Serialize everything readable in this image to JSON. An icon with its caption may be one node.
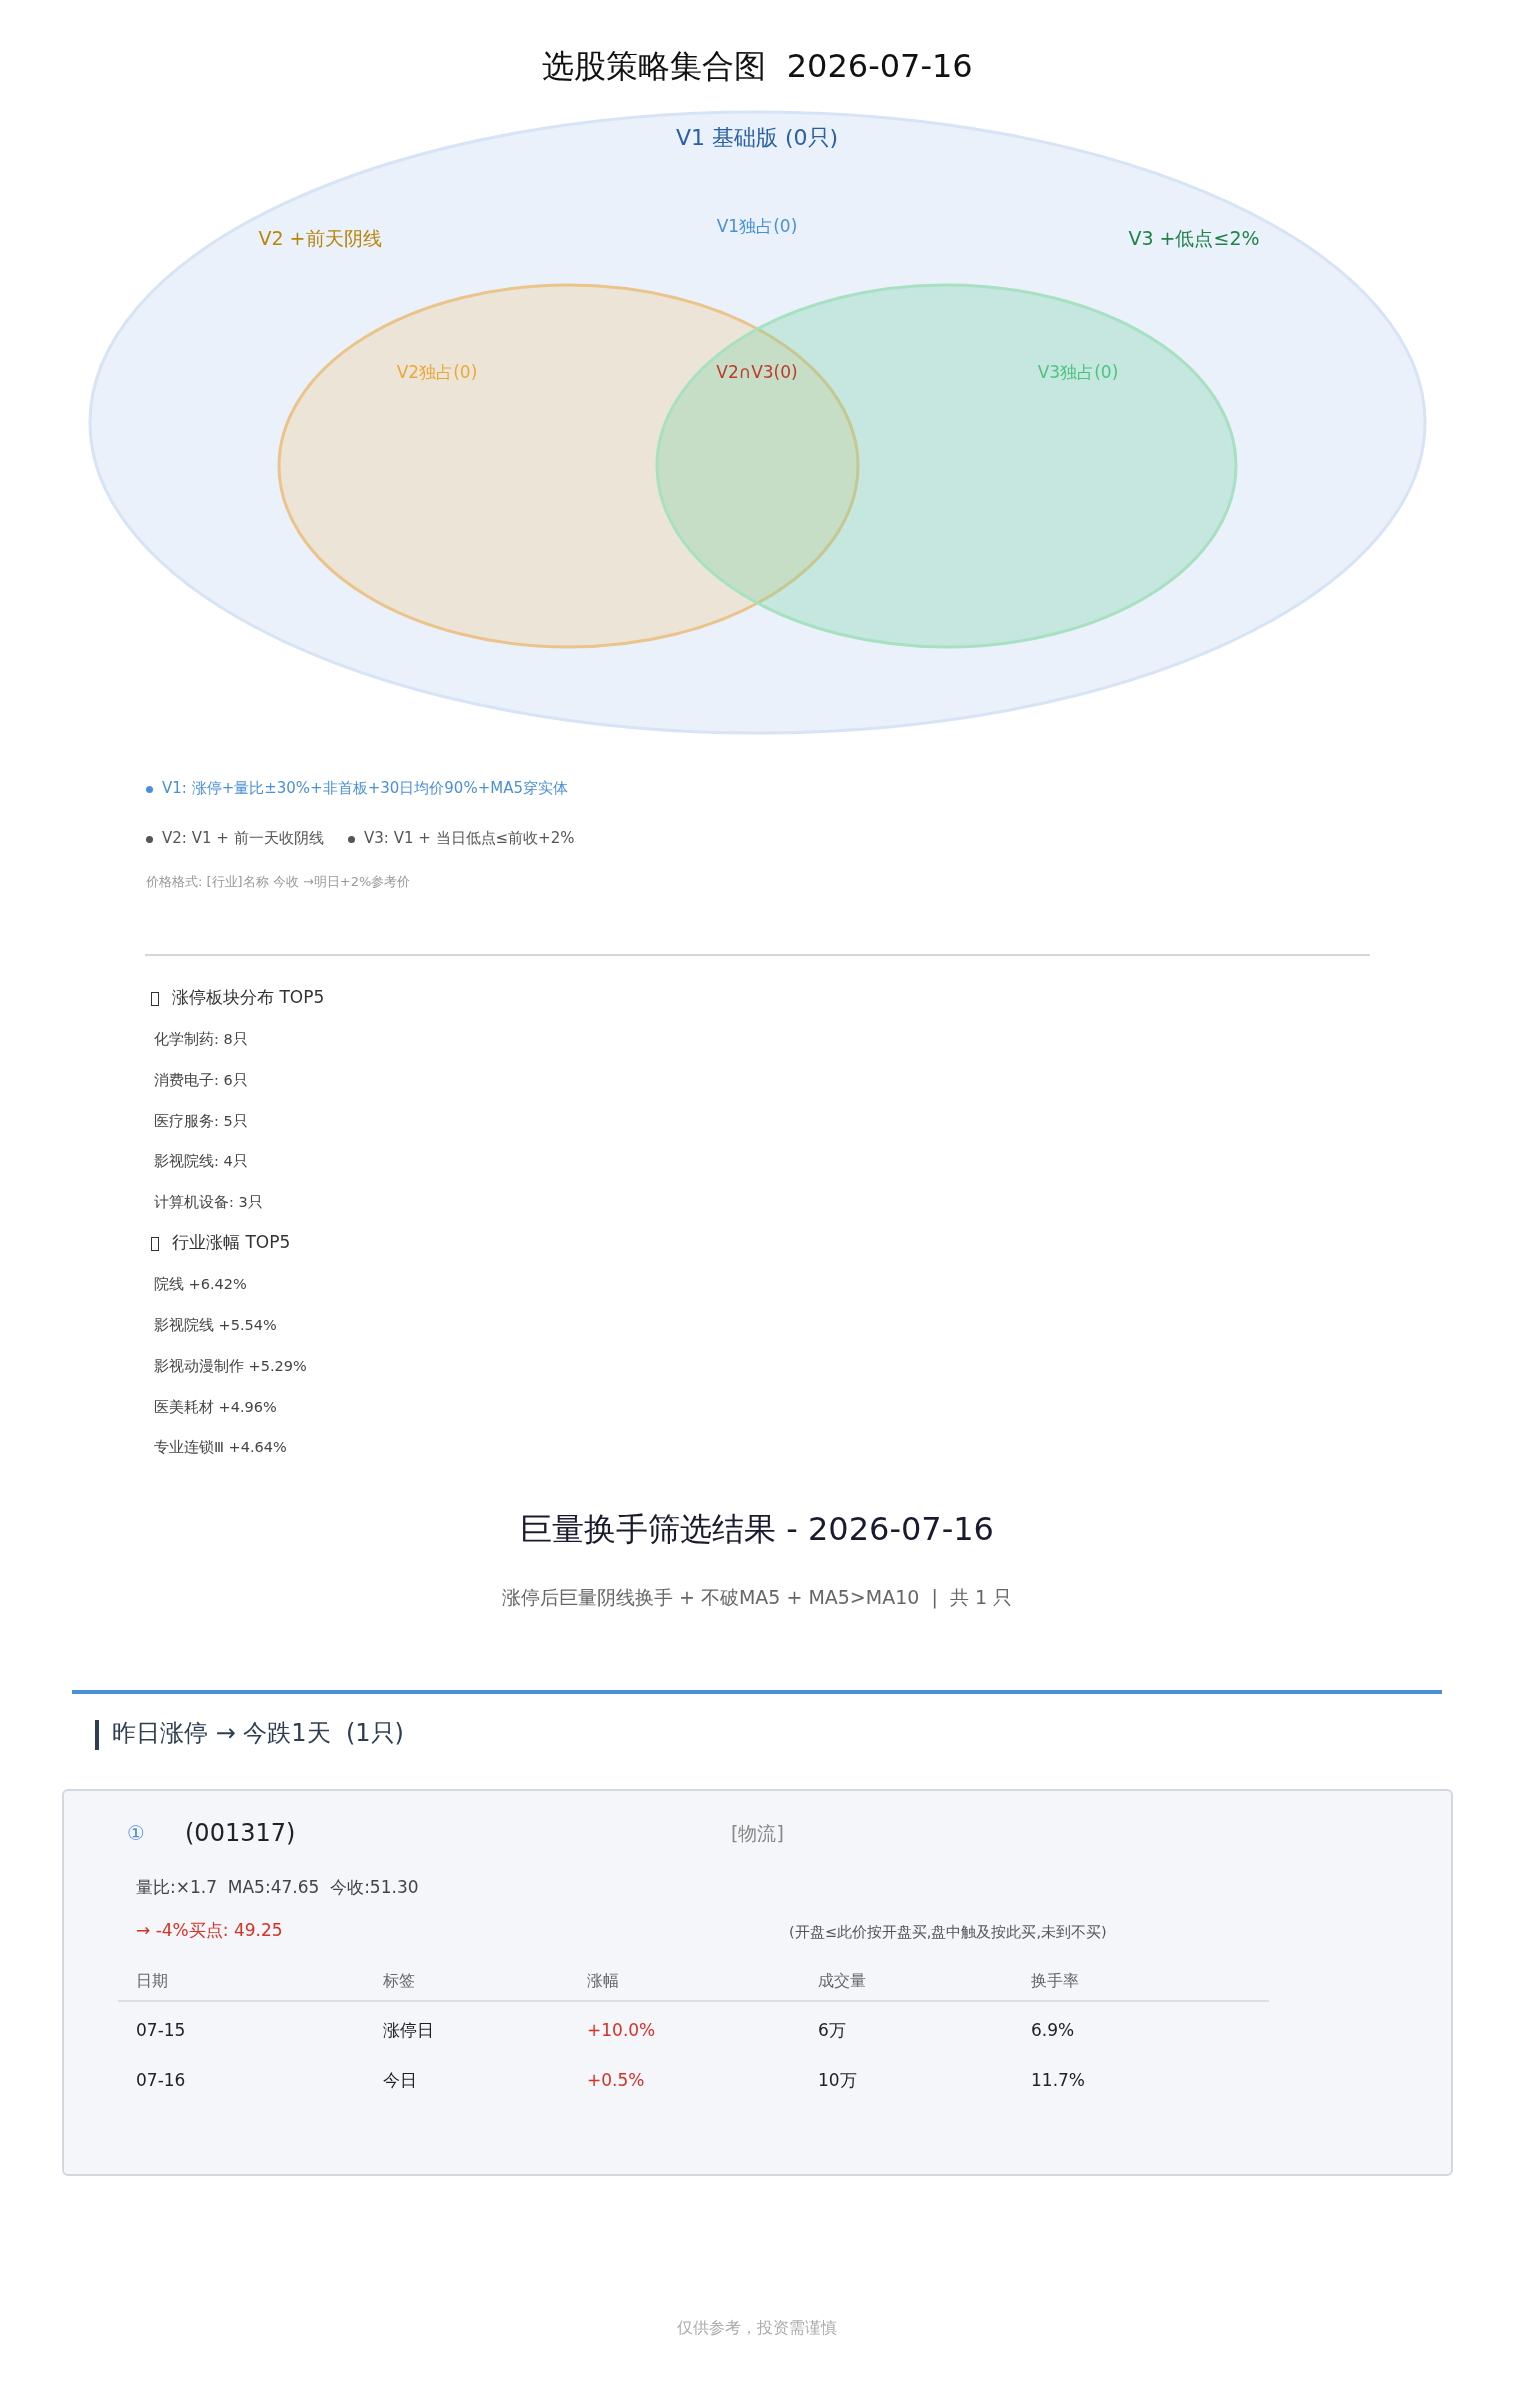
{
  "diagram": {
    "title": "选股策略集合图  2026-07-16",
    "nodes": [
      {
        "text": [
          "V1 基础版 (0只)",
          "V1独占(0)"
        ]
      },
      {
        "text": [
          "V2 +前天阴线",
          "V2独占(0)"
        ],
        "in": 0
      },
      {
        "text": [
          "V3 +低点≤2%",
          "V3独占(0)"
        ],
        "in": 0
      },
      {
        "text": [
          "①",
          "(001317)",
          "[物流]",
          "量比:×1.7  MA5:47.65  今收:51.30",
          "→ -4%买点: 49.25",
          "(开盘≤此价按开盘买,盘中触及按此买,未到不买)"
        ]
      }
    ],
    "labels": [
      "V2∩V3(0)",
      "V1: 涨停+量比±30%+非首板+30日均价90%+MA5穿实体",
      "V2: V1 + 前一天收阴线",
      "V3: V1 + 当日低点≤前收+2%",
      "价格格式: [行业]名称 今收 →明日+2%参考价",
      "涨停板块分布 TOP5",
      "化学制药: 8只",
      "消费电子: 6只",
      "医疗服务: 5只",
      "影视院线: 4只",
      "计算机设备: 3只",
      "行业涨幅 TOP5",
      "院线 +6.42%",
      "影视院线 +5.54%",
      "影视动漫制作 +5.29%",
      "医美耗材 +4.96%",
      "专业连锁Ⅲ +4.64%",
      "巨量换手筛选结果 - 2026-07-16",
      "涨停后巨量阴线换手 + 不破MA5 + MA5>MA10  |  共 1 只",
      "昨日涨停 → 今跌1天  (1只)",
      "日期",
      "标签",
      "涨幅",
      "成交量",
      "换手率",
      "07-15",
      "涨停日",
      "+10.0%",
      "6万",
      "6.9%",
      "07-16",
      "今日",
      "+0.5%",
      "10万",
      "11.7%",
      "仅供参考，投资需谨慎"
    ]
  }
}
